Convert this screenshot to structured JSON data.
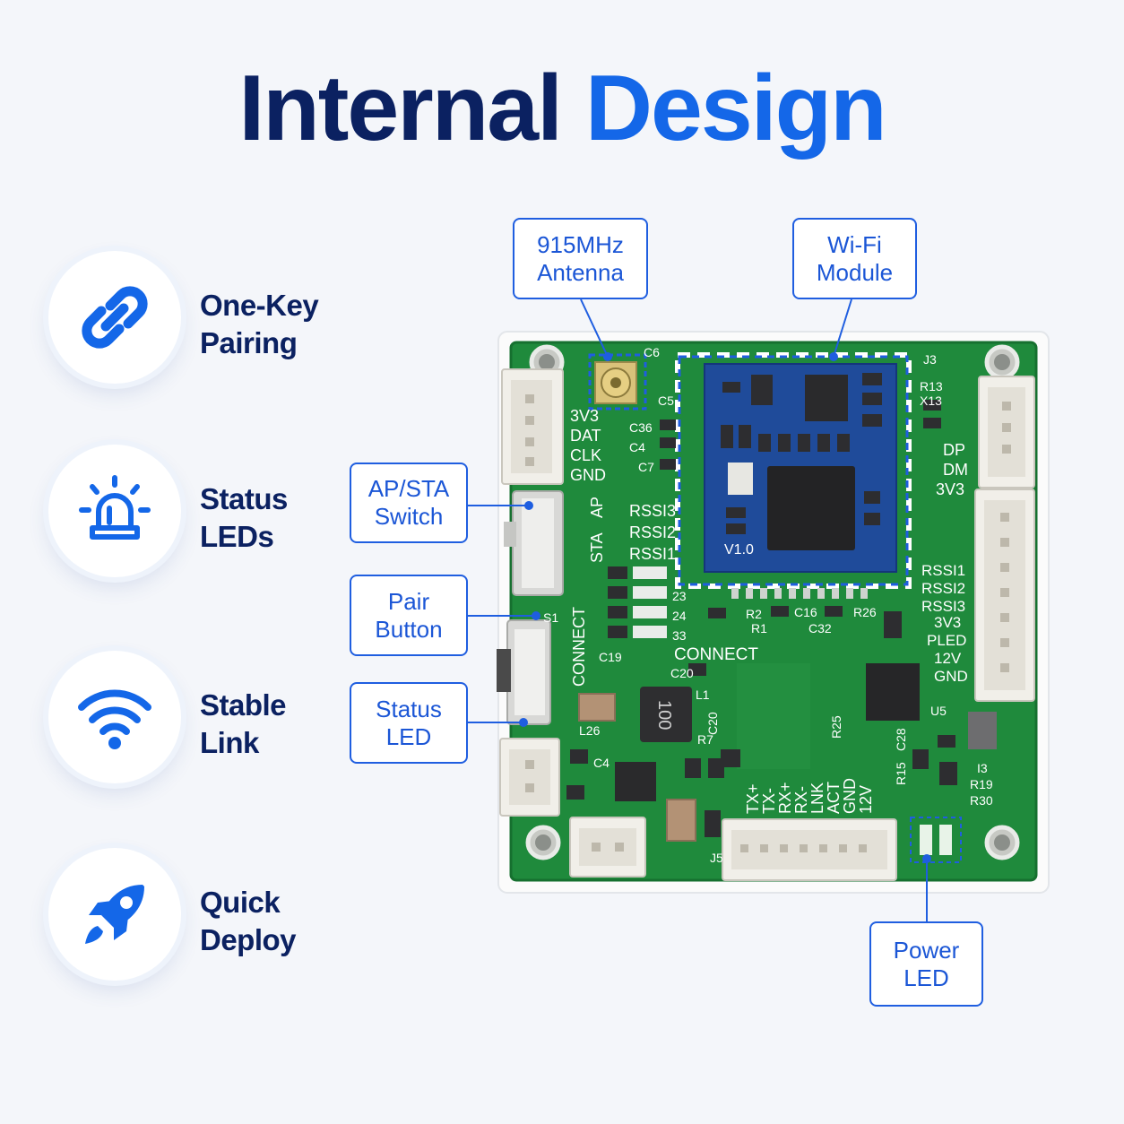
{
  "title": {
    "main": "Internal",
    "accent": "Design"
  },
  "features": [
    {
      "line1": "One-Key",
      "line2": "Pairing",
      "icon": "link-icon"
    },
    {
      "line1": "Status",
      "line2": "LEDs",
      "icon": "alarm-light-icon"
    },
    {
      "line1": "Stable",
      "line2": "Link",
      "icon": "wifi-icon"
    },
    {
      "line1": "Quick",
      "line2": "Deploy",
      "icon": "rocket-icon"
    }
  ],
  "callouts": {
    "antenna": {
      "line1": "915MHz",
      "line2": "Antenna"
    },
    "wifi": {
      "line1": "Wi-Fi",
      "line2": "Module"
    },
    "apsta": {
      "line1": "AP/STA",
      "line2": "Switch"
    },
    "pair": {
      "line1": "Pair",
      "line2": "Button"
    },
    "status": {
      "line1": "Status",
      "line2": "LED"
    },
    "power": {
      "line1": "Power",
      "line2": "LED"
    }
  },
  "silkscreen": {
    "left_header": [
      "3V3",
      "DAT",
      "CLK",
      "GND"
    ],
    "switch_labels": [
      "STA",
      "AP"
    ],
    "rssi_left": [
      "RSSI3",
      "RSSI2",
      "RSSI1"
    ],
    "right_top": [
      "DP",
      "DM",
      "3V3"
    ],
    "right_pins": [
      "RSSI1",
      "RSSI2",
      "RSSI3",
      "3V3",
      "PLED",
      "12V",
      "GND"
    ],
    "bottom_pins": [
      "TX+",
      "TX-",
      "RX+",
      "RX-",
      "LNK",
      "ACT",
      "GND",
      "12V"
    ],
    "connect": "CONNECT",
    "module_version": "V1.0",
    "inductor_value": "100",
    "refs": [
      "C6",
      "C5",
      "C36",
      "C4",
      "C7",
      "J3",
      "R13",
      "X13",
      "C19",
      "C20",
      "L1",
      "R2",
      "R1",
      "C16",
      "R26",
      "C32",
      "U5",
      "R25",
      "C28",
      "R15",
      "R19",
      "R30",
      "I3",
      "J5",
      "L26",
      "C4",
      "R7",
      "C20",
      "S1",
      "23",
      "24",
      "33"
    ]
  },
  "colors": {
    "navy": "#0b2161",
    "accent": "#1467e8",
    "pcb": "#1f8a3c",
    "module": "#1f4b9a"
  }
}
